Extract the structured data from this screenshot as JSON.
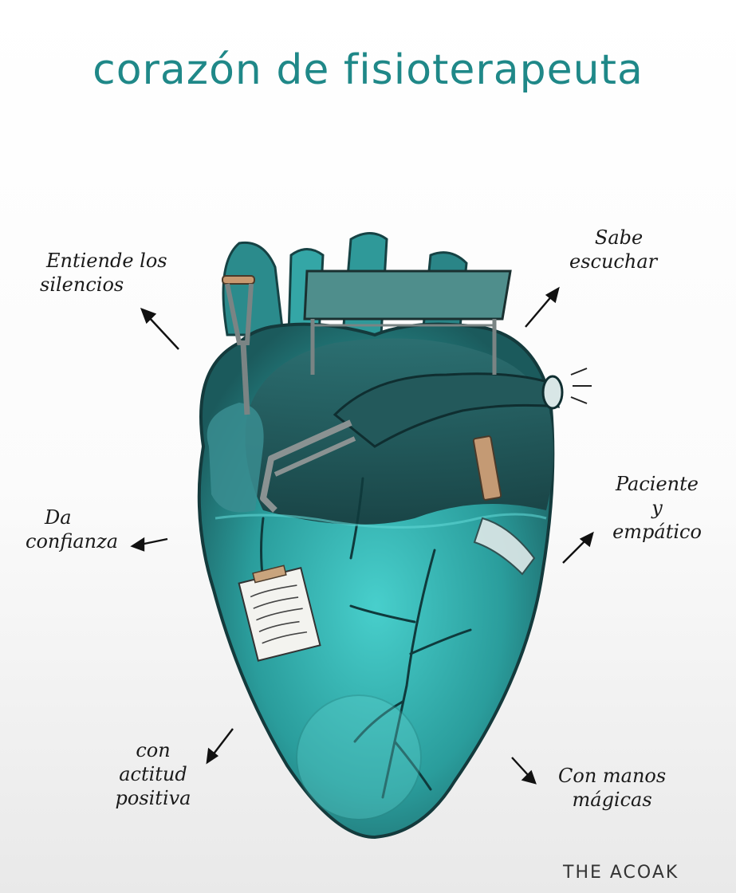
{
  "title": "corazón de fisioterapeuta",
  "labels": {
    "top_left": [
      "Entiende los",
      "silencios"
    ],
    "top_right": [
      "Sabe",
      "escuchar"
    ],
    "mid_left": [
      "Da",
      "confianza"
    ],
    "mid_right": [
      "Paciente",
      "y",
      "empático"
    ],
    "bottom_left": [
      "con",
      "actitud",
      "positiva"
    ],
    "bottom_right": [
      "Con manos",
      "mágicas"
    ]
  },
  "credit": "THE ACOAK",
  "colors": {
    "title": "#1f8888",
    "heart_dark": "#1d4a4c",
    "heart_mid": "#2a8f90",
    "heart_light": "#3fc4c2"
  }
}
